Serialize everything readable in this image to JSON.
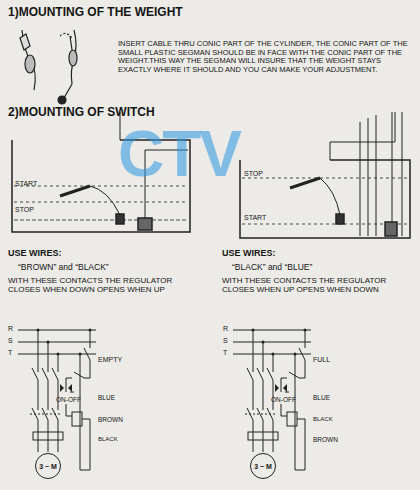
{
  "diagram": {
    "nodes": [
      {
        "text": [
          "3 ~ M"
        ]
      },
      {
        "text": [
          "3 ~ M"
        ]
      }
    ],
    "labels": [
      "1)MOUNTING OF THE WEIGHT",
      "INSERT CABLE THRU CONIC PART OF THE CYLINDER, THE CONIC PART OF THE SMALL PLASTIC SEGMAN SHOULD BE IN FACE WITH THE CONIC PART OF THE WEIGHT.THIS WAY THE SEGMAN WILL INSURE THAT THE WEIGHT STAYS EXACTLY WHERE IT SHOULD AND YOU CAN MAKE YOUR ADJUSTMENT.",
      "2)MOUNTING OF SWITCH",
      "CTV",
      "START",
      "STOP",
      "STOP",
      "START",
      "USE WIRES:",
      "“BROWN” and “BLACK”",
      "WITH THESE CONTACTS THE REGULATOR CLOSES WHEN DOWN OPENS WHEN UP",
      "USE WIRES:",
      "“BLACK” and “BLUE”",
      "WITH THESE CONTACTS THE REGULATOR CLOSES WHEN UP OPENS WHEN DOWN",
      "R",
      "S",
      "T",
      "EMPTY",
      "ON-OFF",
      "BLUE",
      "BROWN",
      "BLACK",
      "R",
      "S",
      "T",
      "FULL",
      "ON-OFF",
      "BLUE",
      "BLACK",
      "BROWN"
    ]
  }
}
